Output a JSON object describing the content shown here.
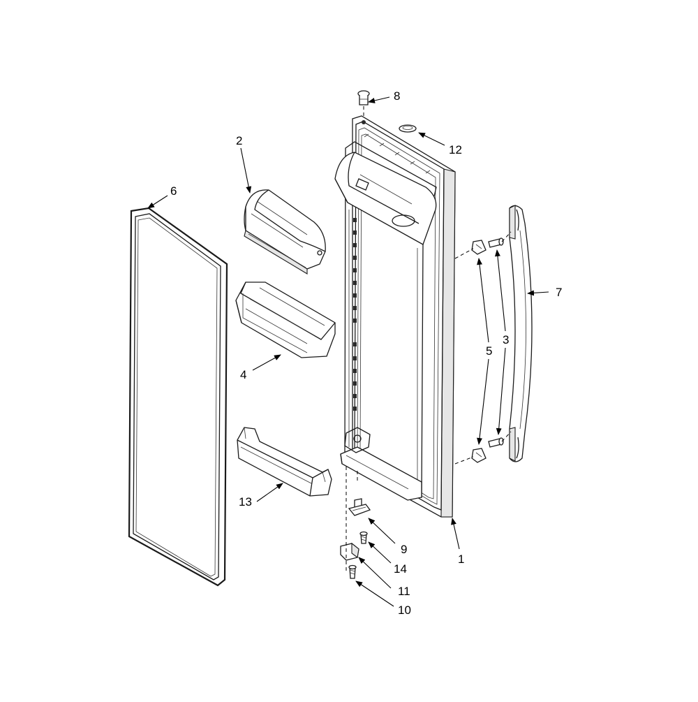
{
  "callouts": {
    "door": "1",
    "crisper_cover": "2",
    "screw_handle": "3",
    "door_bin": "4",
    "handle_clip": "5",
    "gasket": "6",
    "handle": "7",
    "hinge_pin_top": "8",
    "hinge_bottom": "9",
    "screw_bottom": "10",
    "hinge_bracket": "11",
    "plug": "12",
    "shelf_bar": "13",
    "screw_hinge": "14"
  }
}
